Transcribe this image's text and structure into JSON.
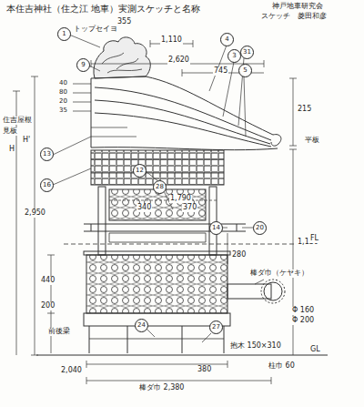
{
  "diagram": {
    "title": "本住吉神社（住之江 地車）実測スケッチと名称",
    "labels": [
      "神戸地車研究会",
      "スケッチ　菱田和彦",
      "1",
      "9",
      "4",
      "3",
      "31",
      "5",
      "13",
      "16",
      "12",
      "28",
      "14",
      "20",
      "24",
      "27",
      "1,110",
      "355",
      "2,620",
      "745",
      "215",
      "1,130",
      "2,950",
      "H",
      "H'",
      "1,790",
      "340",
      "370",
      "280",
      "440",
      "200",
      "380",
      "Φ 160",
      "Φ 200",
      "40",
      "80",
      "20",
      "35",
      "トップセイヨ",
      "住吉屋根",
      "見板",
      "平板",
      "FL",
      "GL",
      "前後梁",
      "棒ダ巾（ケヤキ）",
      "抱木 150×310",
      "柱巾 60",
      "棒ダ巾 2,380",
      "2,040"
    ]
  }
}
